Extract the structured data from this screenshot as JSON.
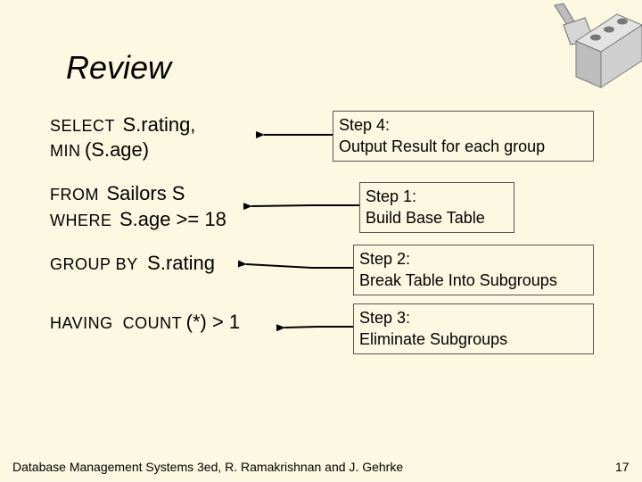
{
  "slide": {
    "title": "Review",
    "sql_lines": [
      {
        "keyword": "SELECT",
        "argument": "S.rating,"
      },
      {
        "keyword": "MIN",
        "argument": "(S.age)"
      },
      {
        "keyword": "FROM",
        "argument": "Sailors S"
      },
      {
        "keyword": "WHERE",
        "argument": "S.age >= 18"
      },
      {
        "keyword": "GROUP BY",
        "argument": "S.rating"
      },
      {
        "keyword": "HAVING  COUNT",
        "argument": "(*) > 1"
      }
    ],
    "steps": [
      {
        "heading": "Step 4:",
        "text": "Output Result for each group"
      },
      {
        "heading": "Step 1:",
        "text": "Build Base Table"
      },
      {
        "heading": "Step 2:",
        "text": "Break Table Into Subgroups"
      },
      {
        "heading": "Step 3:",
        "text": "Eliminate Subgroups"
      }
    ],
    "footer": "Database Management Systems 3ed,  R. Ramakrishnan and J. Gehrke",
    "page_number": "17"
  },
  "logo": {
    "icon": "brick-and-trowel-icon"
  },
  "colors": {
    "background": "#fdf8e1",
    "text": "#000000",
    "box_border": "#555555"
  }
}
